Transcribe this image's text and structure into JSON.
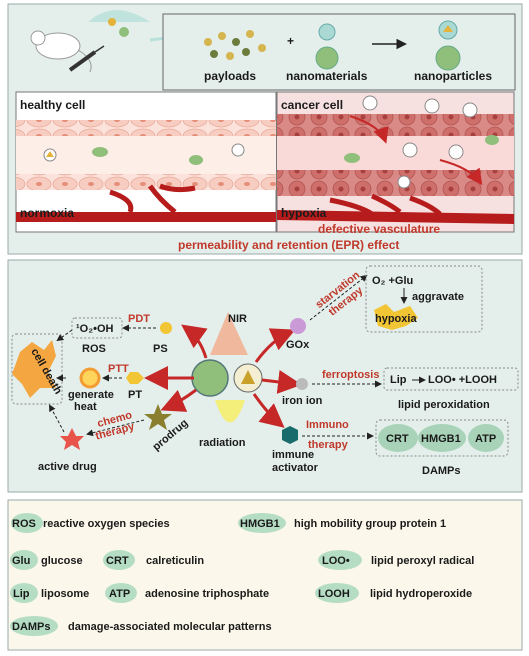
{
  "top": {
    "payloads": "payloads",
    "plus": "+",
    "nanomaterials": "nanomaterials",
    "nanoparticles": "nanoparticles",
    "healthy_cell": "healthy cell",
    "cancer_cell": "cancer cell",
    "normoxia": "normoxia",
    "hypoxia": "hypoxia",
    "defective_vasculature": "defective vasculature",
    "epr": "permeability and retention (EPR) effect"
  },
  "mid": {
    "nir": "NIR",
    "radiation": "radiation",
    "pdt": "PDT",
    "ps": "PS",
    "singlet": "¹O₂•OH",
    "ros": "ROS",
    "ptt": "PTT",
    "pt": "PT",
    "generate_heat_1": "generate",
    "generate_heat_2": "heat",
    "cell_death": "cell death",
    "chemo_1": "chemo",
    "chemo_2": "therapy",
    "prodrug": "prodrug",
    "active_drug": "active drug",
    "starvation_1": "starvation",
    "starvation_2": "therapy",
    "gox": "GOx",
    "o2glu": "O₂ +Glu",
    "aggravate": "aggravate",
    "hypoxia": "hypoxia",
    "ferroptosis": "ferroptosis",
    "iron_ion": "iron ion",
    "lip": "Lip",
    "loo": "LOO• +LOOH",
    "lipid_perox": "lipid peroxidation",
    "immuno_1": "Immuno",
    "immuno_2": "therapy",
    "immune_act_1": "immune",
    "immune_act_2": "activator",
    "crt": "CRT",
    "hmgb1": "HMGB1",
    "atp": "ATP",
    "damps": "DAMPs"
  },
  "legend": [
    {
      "abbr": "ROS",
      "desc": "reactive oxygen species"
    },
    {
      "abbr": "HMGB1",
      "desc": "high mobility group protein 1"
    },
    {
      "abbr": "Glu",
      "desc": "glucose"
    },
    {
      "abbr": "CRT",
      "desc": "calreticulin"
    },
    {
      "abbr": "LOO•",
      "desc": "lipid peroxyl radical"
    },
    {
      "abbr": "Lip",
      "desc": "liposome"
    },
    {
      "abbr": "ATP",
      "desc": "adenosine triphosphate"
    },
    {
      "abbr": "LOOH",
      "desc": "lipid hydroperoxide"
    },
    {
      "abbr": "DAMPs",
      "desc": "damage-associated molecular patterns"
    }
  ],
  "colors": {
    "panel_bg": "#e4efec",
    "legend_bg": "#fbf7ea",
    "red": "#c0392b",
    "vessel": "#b71c1c",
    "green_np": "#8fbf7a",
    "gold": "#e3b33b"
  }
}
